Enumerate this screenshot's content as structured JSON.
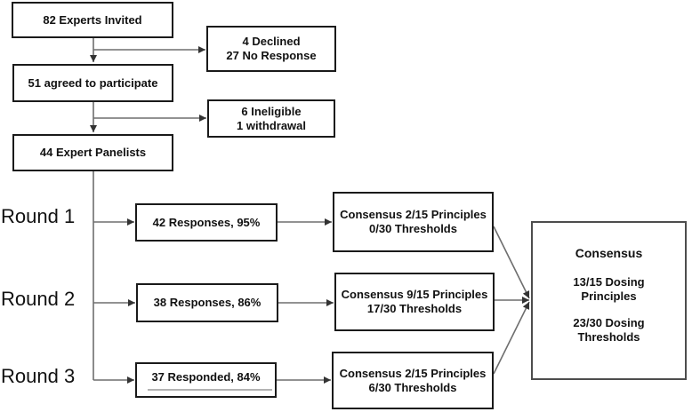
{
  "flow": {
    "invited": {
      "label": "82 Experts Invited"
    },
    "declined": {
      "line1": "4 Declined",
      "line2": "27 No Response"
    },
    "agreed": {
      "label": "51 agreed to participate"
    },
    "ineligible": {
      "line1": "6 Ineligible",
      "line2": "1 withdrawal"
    },
    "panelists": {
      "label": "44 Expert Panelists"
    },
    "rounds": [
      {
        "label": "Round 1",
        "responses": "42 Responses, 95%",
        "consensus_line1": "Consensus 2/15 Principles",
        "consensus_line2": "0/30 Thresholds"
      },
      {
        "label": "Round 2",
        "responses": "38 Responses, 86%",
        "consensus_line1": "Consensus 9/15 Principles",
        "consensus_line2": "17/30 Thresholds"
      },
      {
        "label": "Round 3",
        "responses": "37 Responded, 84%",
        "consensus_line1": "Consensus 2/15 Principles",
        "consensus_line2": "6/30 Thresholds"
      }
    ],
    "final": {
      "title": "Consensus",
      "principles": [
        "13/15 Dosing",
        "Principles"
      ],
      "thresholds": [
        "23/30 Dosing",
        "Thresholds"
      ]
    }
  },
  "colors": {
    "box_border": "#1a1a1a",
    "final_box_border": "#4d4d4d",
    "connector_line": "#6e6e6e",
    "arrowhead": "#333333",
    "underline": "#b3b3b3"
  }
}
